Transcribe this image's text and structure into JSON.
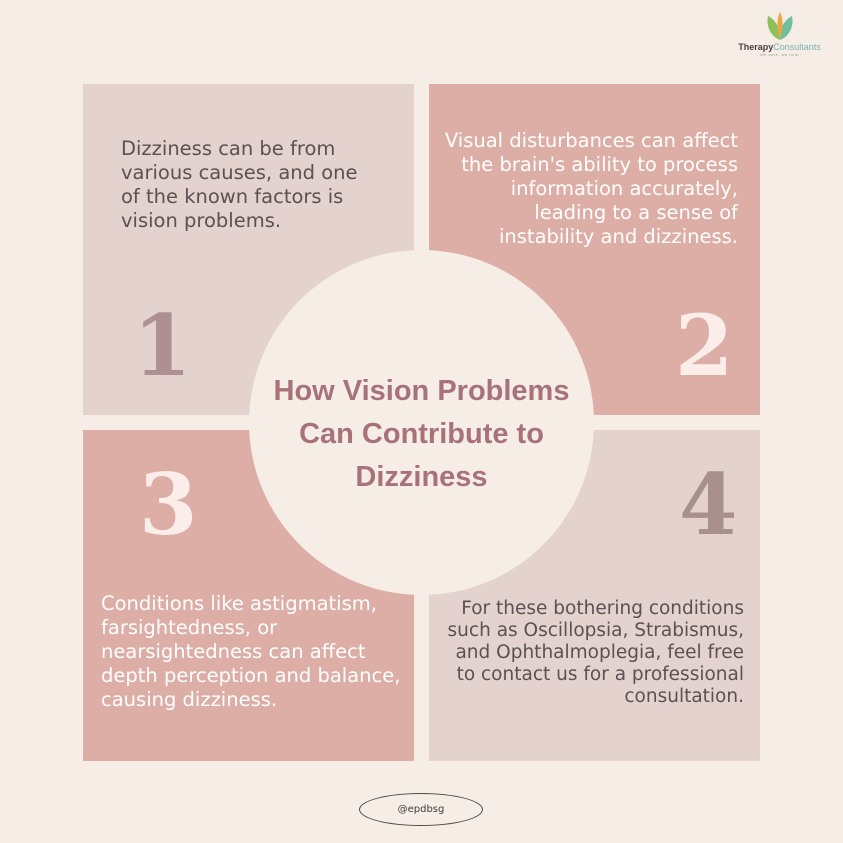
{
  "logo": {
    "brand_part1": "Therapy",
    "brand_part2": "Consultants",
    "tagline": "We care, we heal",
    "icon": "leaf-icon"
  },
  "quadrants": [
    {
      "number": "1",
      "text": "Dizziness can be from various causes, and one of the known factors is vision problems."
    },
    {
      "number": "2",
      "text": "Visual disturbances can affect the brain's ability to process information accurately, leading to a sense of instability and dizziness."
    },
    {
      "number": "3",
      "text": "Conditions like astigmatism, farsightedness, or nearsightedness can affect depth perception and balance, causing dizziness."
    },
    {
      "number": "4",
      "text": "For these bothering conditions such as Oscillopsia, Strabismus, and Ophthalmoplegia, feel free to contact us for a professional consultation."
    }
  ],
  "title": "How Vision Problems Can Contribute to Dizziness",
  "handle": "@epdbsg",
  "colors": {
    "background": "#f5ede6",
    "light_panel": "#e3d2cd",
    "rose_panel": "#dcaea6",
    "title": "#a8727a"
  }
}
